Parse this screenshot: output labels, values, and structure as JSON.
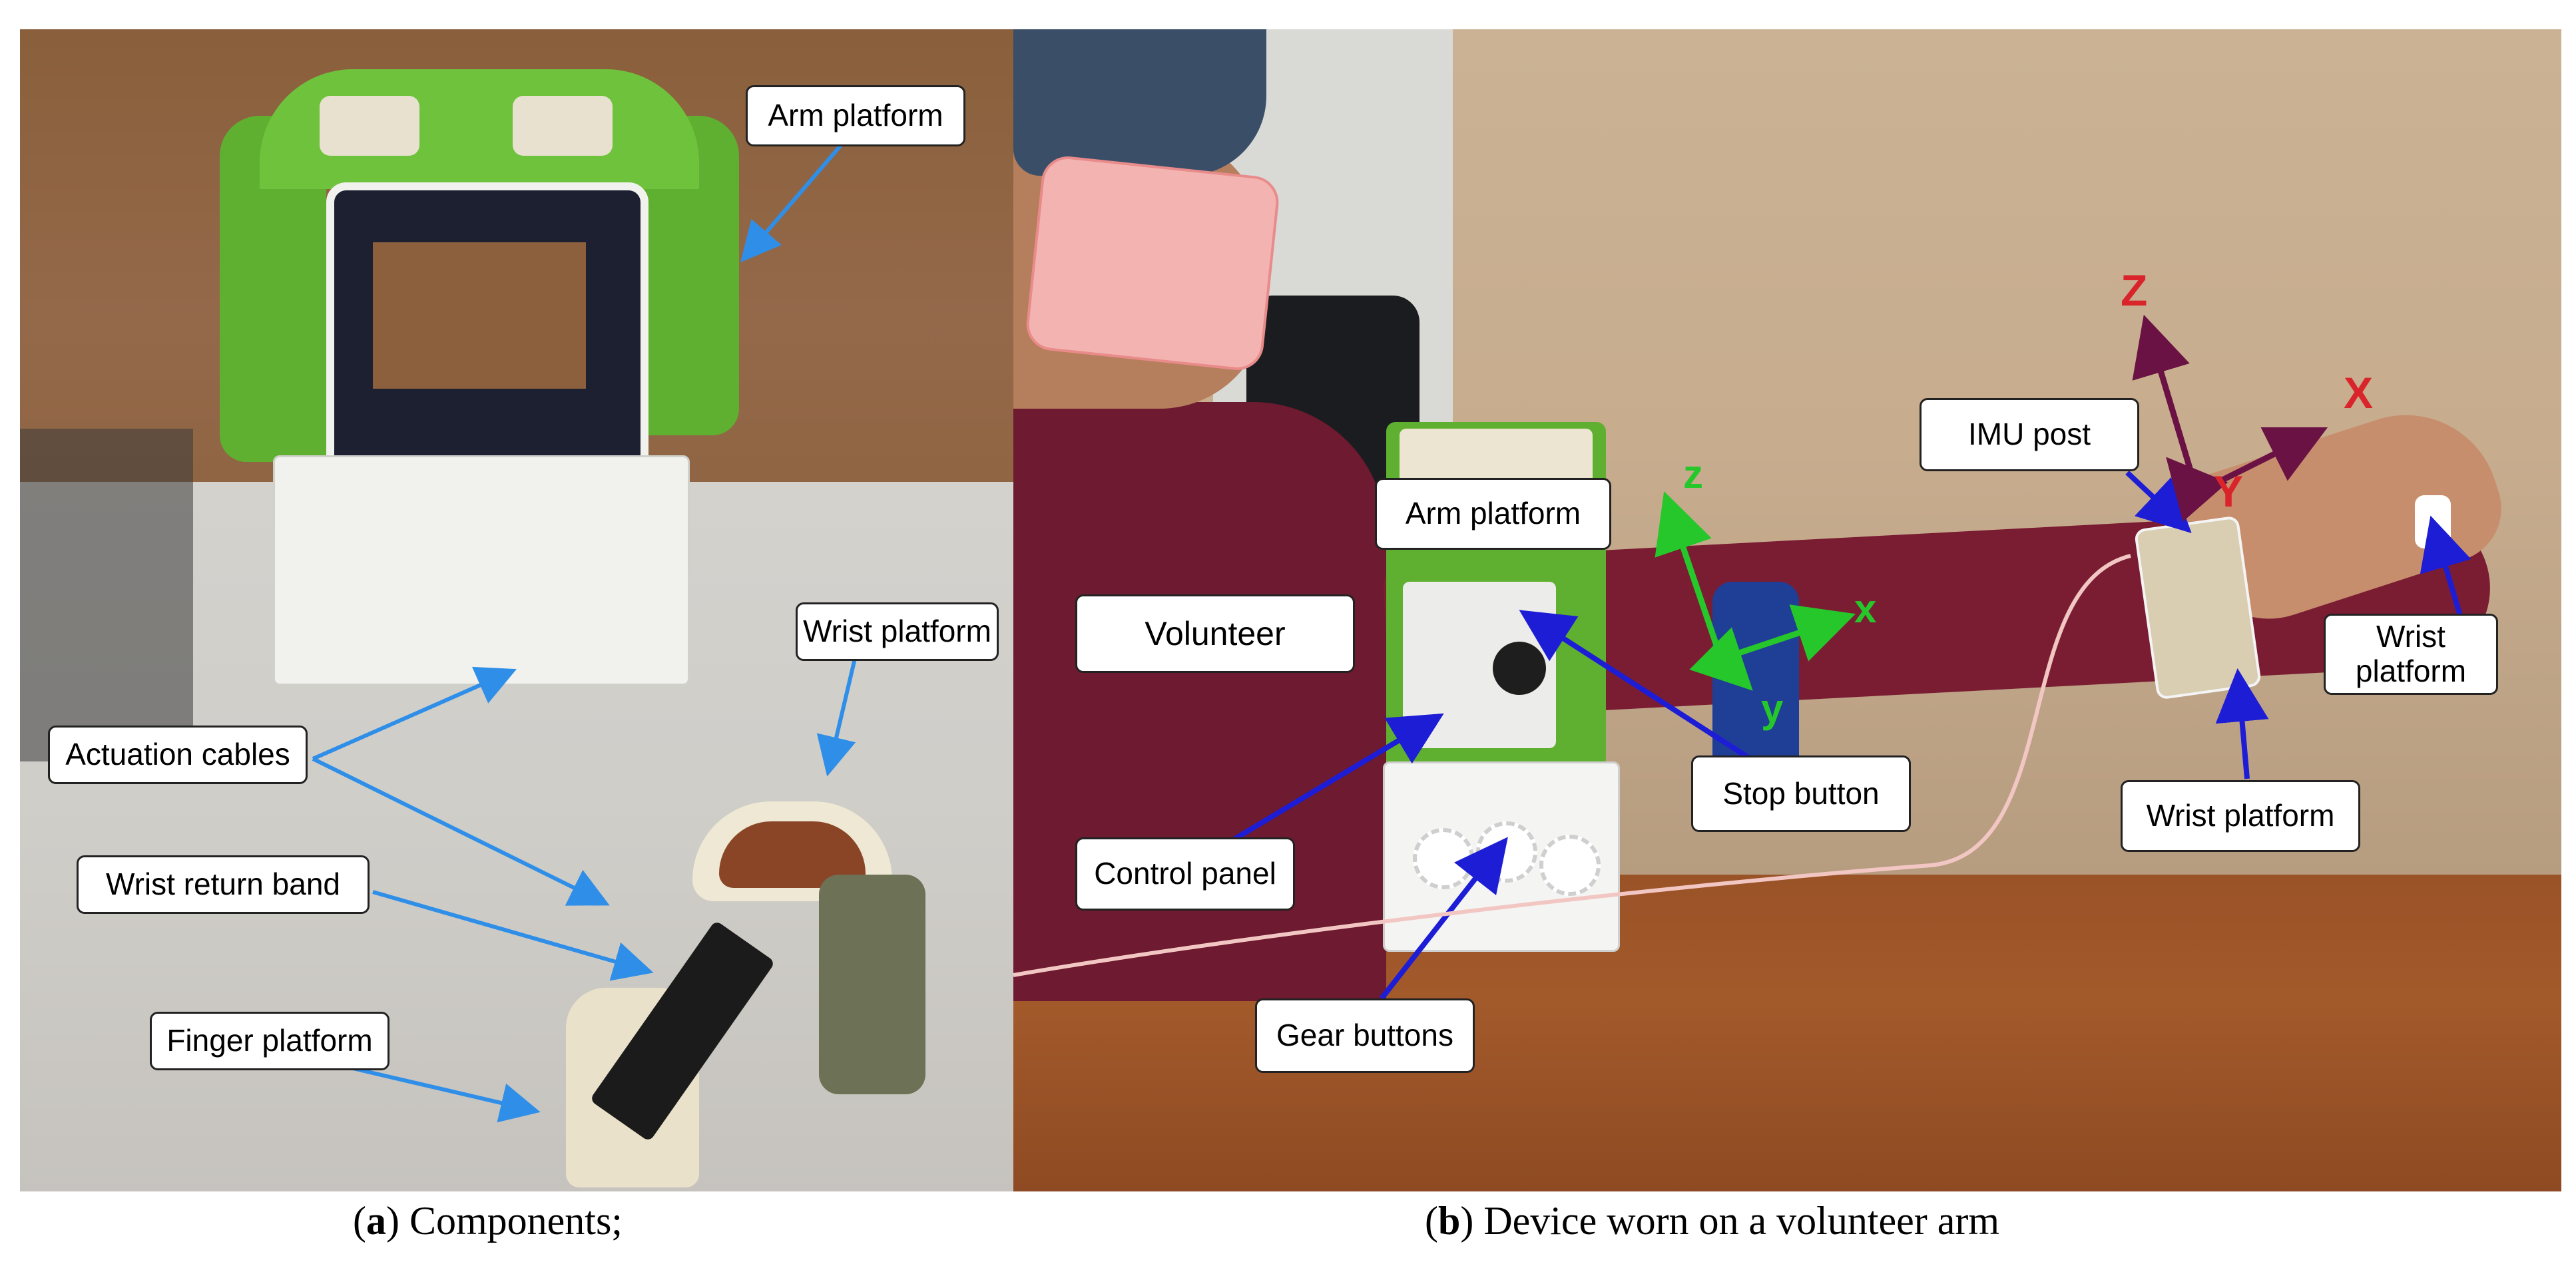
{
  "panel_a": {
    "labels": {
      "arm_platform": "Arm platform",
      "wrist_platform": "Wrist platform",
      "actuation_cables": "Actuation cables",
      "wrist_return_band": "Wrist return band",
      "finger_platform": "Finger platform"
    },
    "caption": {
      "letter": "a",
      "text": " Components;"
    }
  },
  "panel_b": {
    "labels": {
      "volunteer": "Volunteer",
      "arm_platform": "Arm platform",
      "control_panel": "Control panel",
      "gear_buttons": "Gear buttons",
      "stop_button": "Stop button",
      "imu_post": "IMU post",
      "wrist_platform_lower": "Wrist platform",
      "wrist_platform_right": "Wrist platform"
    },
    "axes_arm": {
      "z": "z",
      "x": "x",
      "y": "y"
    },
    "axes_hand": {
      "z": "Z",
      "x": "X",
      "y": "Y"
    },
    "caption": {
      "letter": "b",
      "text": " Device worn on a volunteer arm"
    }
  },
  "colors": {
    "callout_arrow_a": "#2f8fe8",
    "callout_arrow_b": "#1d1dd6",
    "arm_axes": "#26c72a",
    "hand_axis_z": "#d8242a",
    "hand_axis_arrow": "#6a1243",
    "device_green": "#6fc23c"
  }
}
